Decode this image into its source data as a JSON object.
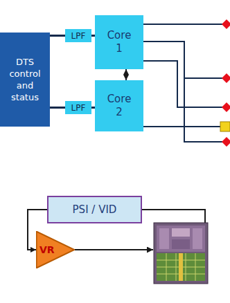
{
  "diagram": {
    "nodes": [
      {
        "text": [
          "DTS control and status"
        ]
      },
      {
        "text": [
          "LPF"
        ]
      },
      {
        "text": [
          "LPF"
        ]
      },
      {
        "text": [
          "Core 1"
        ]
      },
      {
        "text": [
          "Core 2"
        ]
      },
      {
        "text": [
          "PSI / VID"
        ]
      },
      {
        "text": [
          "VR"
        ]
      }
    ],
    "edges": [
      {
        "from": 0,
        "to": 1,
        "arrow": "none"
      },
      {
        "from": 0,
        "to": 2,
        "arrow": "none"
      },
      {
        "from": 1,
        "to": 3,
        "arrow": "none"
      },
      {
        "from": 2,
        "to": 4,
        "arrow": "none"
      },
      {
        "from": 3,
        "to": 4,
        "arrow": "both"
      },
      {
        "from": 5,
        "to": 6,
        "arrow": "to"
      }
    ]
  }
}
